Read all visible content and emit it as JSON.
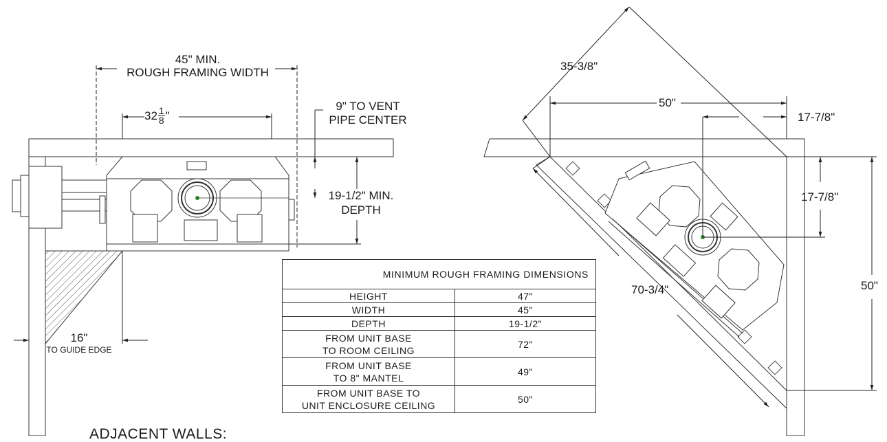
{
  "front_view": {
    "rough_width_line1": "45\" MIN.",
    "rough_width_line2": "ROUGH FRAMING WIDTH",
    "width_dim_whole": "32",
    "width_dim_num": "1",
    "width_dim_den": "8",
    "width_dim_suffix": "\"",
    "vent_line1": "9\" TO VENT",
    "vent_line2": "PIPE CENTER",
    "depth_line1": "19-1/2\" MIN.",
    "depth_line2": "DEPTH",
    "guide_value": "16\"",
    "guide_label": "TO GUIDE EDGE"
  },
  "corner_view": {
    "diag_top": "35-3/8\"",
    "width_top": "50\"",
    "offset_top": "17-7/8\"",
    "offset_side": "17-7/8\"",
    "diag_long": "70-3/4\"",
    "height_side": "50\""
  },
  "table": {
    "title": "MINIMUM ROUGH FRAMING DIMENSIONS",
    "rows": [
      {
        "label": "HEIGHT",
        "value": "47\""
      },
      {
        "label": "WIDTH",
        "value": "45\""
      },
      {
        "label": "DEPTH",
        "value": "19-1/2\""
      },
      {
        "label_line1": "FROM UNIT BASE",
        "label_line2": "TO ROOM CEILING",
        "value": "72\""
      },
      {
        "label_line1": "FROM UNIT BASE",
        "label_line2": "TO 8\" MANTEL",
        "value": "49\""
      },
      {
        "label_line1": "FROM UNIT BASE TO",
        "label_line2": "UNIT ENCLOSURE CEILING",
        "value": "50\""
      }
    ]
  },
  "footer": {
    "adjacent_walls": "ADJACENT WALLS:"
  }
}
